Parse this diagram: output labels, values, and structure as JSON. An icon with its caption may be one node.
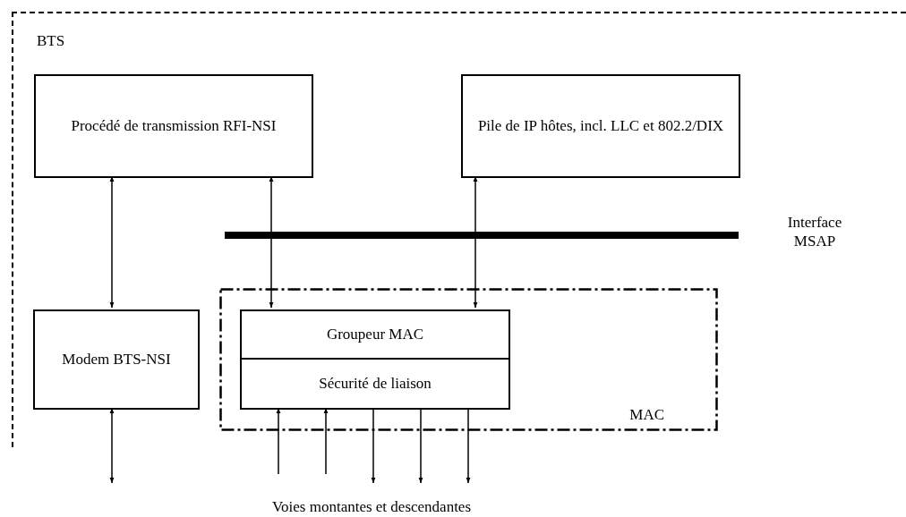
{
  "diagram": {
    "nodes": [
      {
        "text": [
          "BTS"
        ]
      },
      {
        "text": [
          "Procédé de transmission RFI-NSI"
        ],
        "in": 0
      },
      {
        "text": [
          "Pile de IP hôtes, incl. LLC et 802.2/DIX"
        ],
        "in": 0
      },
      {
        "text": [
          "Modem BTS-NSI"
        ],
        "in": 0
      },
      {
        "text": [
          "MAC"
        ],
        "in": 0
      },
      {
        "text": [
          "Groupeur MAC"
        ],
        "in": 4
      },
      {
        "text": [
          "Sécurité de liaison"
        ],
        "in": 4
      }
    ],
    "edges": [
      {
        "from": 1,
        "to": 3,
        "arrow": "both"
      },
      {
        "from": 1,
        "to": 5,
        "arrow": "both"
      },
      {
        "from": 2,
        "to": 5,
        "arrow": "both"
      },
      {
        "from": 3,
        "to": null,
        "arrow": "both"
      },
      {
        "from": null,
        "to": 6,
        "arrow": "to"
      },
      {
        "from": null,
        "to": 6,
        "arrow": "to"
      },
      {
        "from": 6,
        "to": null,
        "arrow": "to"
      },
      {
        "from": 6,
        "to": null,
        "arrow": "to"
      },
      {
        "from": 6,
        "to": null,
        "arrow": "to"
      }
    ],
    "labels": [
      "Interface MSAP",
      "Voies montantes et descendantes"
    ]
  }
}
